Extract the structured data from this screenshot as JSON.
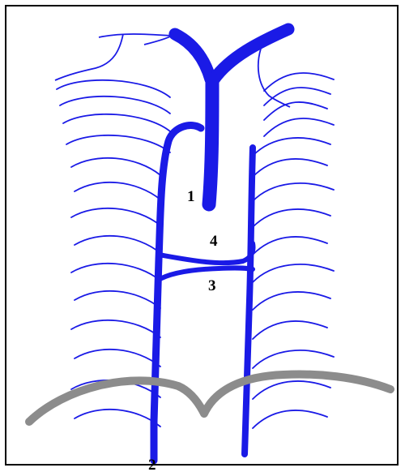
{
  "colors": {
    "vessel": "#1a1ae6",
    "arch": "#8c8c8c",
    "label": "#000000",
    "border": "#000000"
  },
  "labels": {
    "one": "1",
    "two": "2",
    "three": "3",
    "four": "4"
  }
}
